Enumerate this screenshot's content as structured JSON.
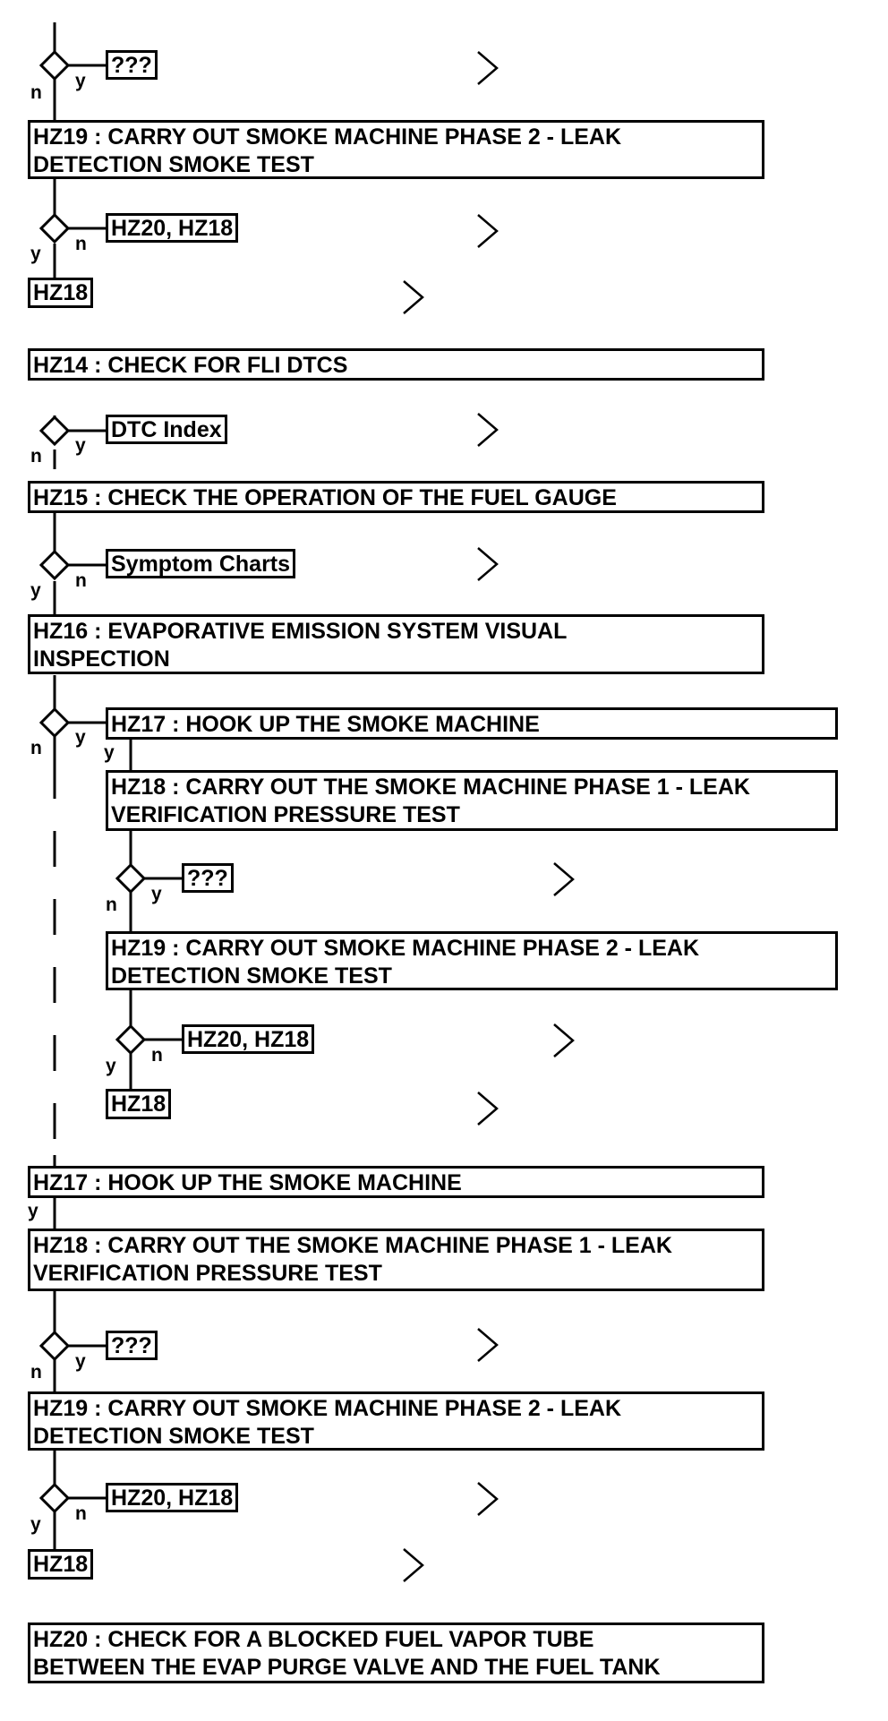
{
  "steps": {
    "hz14": "HZ14 : CHECK FOR FLI DTCS",
    "hz15": "HZ15 : CHECK THE OPERATION OF THE FUEL GAUGE",
    "hz16_l1": "HZ16 : EVAPORATIVE EMISSION SYSTEM VISUAL",
    "hz16_l2": "INSPECTION",
    "hz17": "HZ17 : HOOK UP THE SMOKE MACHINE",
    "hz18_l1": "HZ18 : CARRY OUT THE SMOKE MACHINE PHASE 1 - LEAK",
    "hz18_l2": "VERIFICATION PRESSURE TEST",
    "hz19_l1": "HZ19 : CARRY OUT SMOKE MACHINE PHASE 2 - LEAK",
    "hz19_l2": "DETECTION SMOKE TEST",
    "hz20_l1": "HZ20 : CHECK FOR A BLOCKED FUEL VAPOR TUBE",
    "hz20_l2": "BETWEEN THE EVAP PURGE VALVE AND THE FUEL TANK"
  },
  "targets": {
    "unknown": "???",
    "hz20_hz18": "HZ20, HZ18",
    "hz18": "HZ18",
    "dtc_index": "DTC Index",
    "symptom_charts": "Symptom Charts"
  },
  "branch": {
    "yes": "y",
    "no": "n"
  }
}
